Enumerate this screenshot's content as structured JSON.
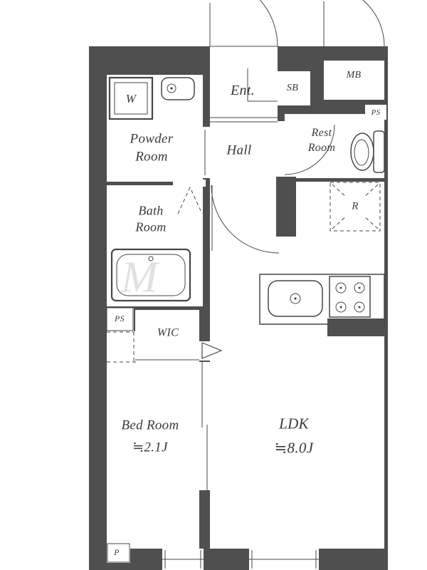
{
  "floorplan": {
    "colors": {
      "wall": "#4f4f4f",
      "line": "#474747",
      "paper": "#ffffff",
      "text": "#3a3a3a",
      "watermark": "#b5b5b5"
    },
    "labels": {
      "washing_machine": "W",
      "powder_room": "Powder\nRoom",
      "entrance": "Ent.",
      "shoe_box": "SB",
      "meter_box": "MB",
      "pipe_space_top_right": "PS",
      "rest_room": "Rest\nRoom",
      "hall": "Hall",
      "bath_room": "Bath\nRoom",
      "refrigerator": "R",
      "pipe_space_left": "PS",
      "walk_in_closet": "WIC",
      "bed_room": "Bed Room\n≒2.1J",
      "ldk": "LDK\n≒8.0J",
      "pipe_bottom": "P",
      "watermark": "M"
    }
  }
}
